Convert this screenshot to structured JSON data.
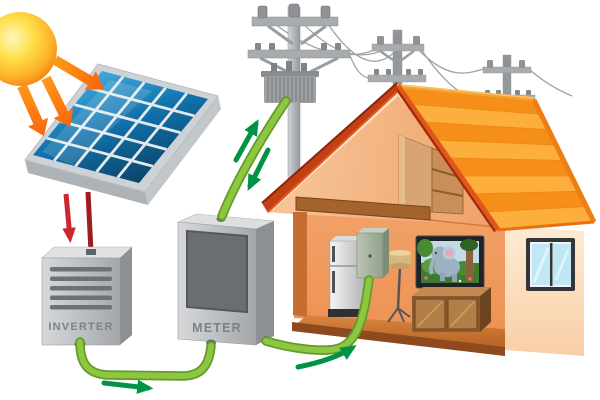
{
  "diagram": {
    "title": "Solar power system illustration",
    "inverter_label": "INVERTER",
    "meter_label": "METER",
    "components": [
      "sun",
      "sunlight arrows",
      "solar panel",
      "inverter",
      "meter",
      "utility poles",
      "pole transformer",
      "power lines",
      "house cutaway",
      "refrigerator",
      "breaker panel",
      "floor lamp",
      "television",
      "cabinet",
      "window"
    ],
    "energy_flows": [
      {
        "path": "sun to solar panel",
        "style": "orange arrows"
      },
      {
        "path": "solar panel to inverter",
        "style": "red arrows"
      },
      {
        "path": "inverter to meter",
        "style": "green wire with right arrow"
      },
      {
        "path": "meter to pole transformer",
        "style": "green wire with up and down arrows"
      },
      {
        "path": "meter to house breaker panel",
        "style": "green wire with curved arrow"
      }
    ],
    "colors": {
      "sun_core": "#FFE993",
      "sun_rim": "#F0700E",
      "ray_orange": "#F95A08",
      "panel_blue_light": "#47B1E2",
      "panel_blue_dark": "#0B3C5E",
      "panel_frame": "#CDD2D6",
      "dc_arrow_red": "#CE2630",
      "dc_line_dark_red": "#9E1B20",
      "wire_green": "#8DC63F",
      "flow_arrow_green": "#009245",
      "device_gray": "#C0C3C5",
      "label_gray": "#7E8184",
      "roof_orange": "#F7941E",
      "roof_stripe_light": "#FCAF3D",
      "roof_trim_red": "#9B2A10",
      "wall_peach": "#FBDCBB",
      "interior_orange": "#F0985C",
      "floor_brown": "#B2601F"
    }
  }
}
